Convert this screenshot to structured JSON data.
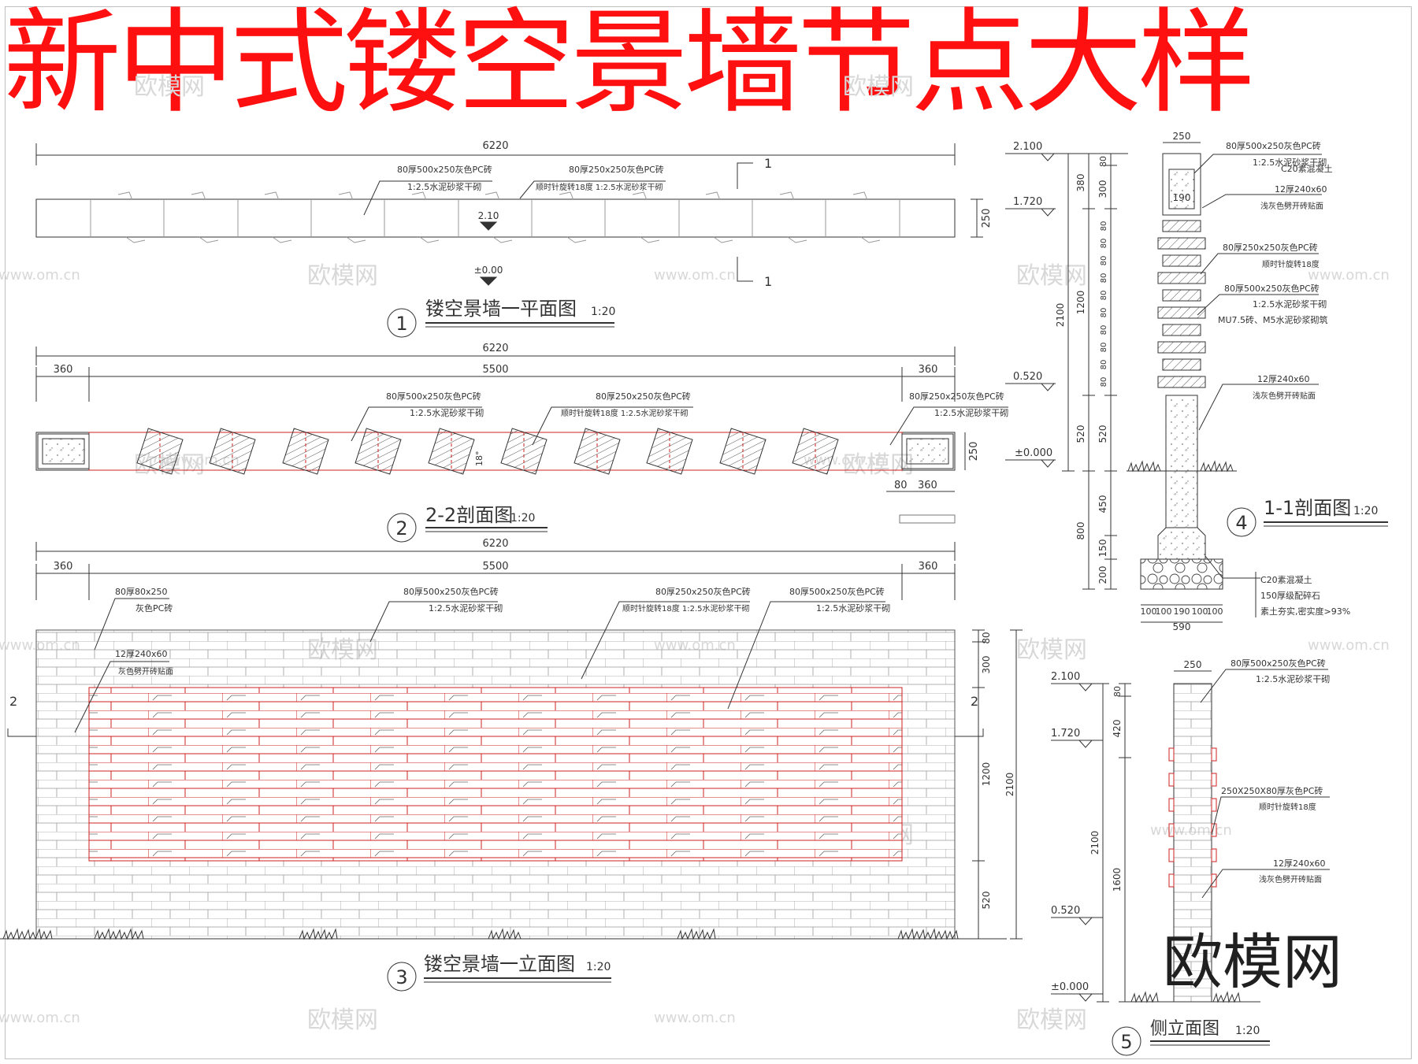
{
  "title": "新中式镂空景墙节点大样",
  "watermark_logo": "欧模网",
  "watermark_repeat": "欧模网",
  "watermark_url": "www.om.cn",
  "views": {
    "plan": {
      "number": "1",
      "title": "镂空景墙一平面图",
      "scale": "1:20",
      "dim_total": "6220",
      "dim_width": "250",
      "note1_line1": "80厚500x250灰色PC砖",
      "note1_line2": "1:2.5水泥砂浆干砌",
      "note2_line1": "80厚250x250灰色PC砖",
      "note2_line2": "顺时针旋转18度  1:2.5水泥砂浆干砌",
      "level_top": "2.10",
      "level_ground": "±0.00",
      "section_mark": "1"
    },
    "section22": {
      "number": "2",
      "title": "2-2剖面图",
      "scale": "1:20",
      "dim_total": "6220",
      "dim_left": "360",
      "dim_mid": "5500",
      "dim_right": "360",
      "dim_width": "250",
      "dim_small_a": "80",
      "dim_small_b": "360",
      "angle": "18°",
      "note1_line1": "80厚500x250灰色PC砖",
      "note1_line2": "1:2.5水泥砂浆干砌",
      "note2_line1": "80厚250x250灰色PC砖",
      "note2_line2": "顺时针旋转18度  1:2.5水泥砂浆干砌",
      "note3_line1": "80厚250x250灰色PC砖",
      "note3_line2": "1:2.5水泥砂浆干砌"
    },
    "elevation": {
      "number": "3",
      "title": "镂空景墙一立面图",
      "scale": "1:20",
      "dim_total": "6220",
      "dim_left": "360",
      "dim_mid": "5500",
      "dim_right": "360",
      "dim_v1": "80",
      "dim_v2": "300",
      "dim_v3": "1200",
      "dim_v4": "520",
      "dim_vtotal": "2100",
      "section_mark": "2",
      "note1_line1": "80厚80x250",
      "note1_line2": "灰色PC砖",
      "note2_line1": "12厚240x60",
      "note2_line2": "灰色劈开砖贴面",
      "note3_line1": "80厚500x250灰色PC砖",
      "note3_line2": "1:2.5水泥砂浆干砌",
      "note4_line1": "80厚250x250灰色PC砖",
      "note4_line2": "顺时针旋转18度 1:2.5水泥砂浆干砌",
      "note5_line1": "80厚500x250灰色PC砖",
      "note5_line2": "1:2.5水泥砂浆干砌"
    },
    "section11": {
      "number": "4",
      "title": "1-1剖面图",
      "scale": "1:20",
      "level_1": "2.100",
      "level_2": "1.720",
      "level_3": "0.520",
      "level_4": "±0.000",
      "dim_80": "80",
      "dim_300": "300",
      "dim_380": "380",
      "dim_1200": "1200",
      "dim_2100": "2100",
      "dim_520a": "520",
      "dim_520b": "520",
      "dim_450": "450",
      "dim_150": "150",
      "dim_800": "800",
      "dim_200": "200",
      "dim_80_repeat": "80",
      "dim_top": "250",
      "dim_inner": "190",
      "dim_bottom_1": "100",
      "dim_bottom_2": "100",
      "dim_bottom_3": "190",
      "dim_bottom_4": "100",
      "dim_bottom_5": "100",
      "dim_bottom_total": "590",
      "note1_line1": "80厚500x250灰色PC砖",
      "note1_line2": "1:2.5水泥砂浆干砌",
      "note1_line3": "C20素混凝土",
      "note2_line1": "12厚240x60",
      "note2_line2": "浅灰色劈开砖贴面",
      "note3_line1": "80厚250x250灰色PC砖",
      "note3_line2": "顺时针旋转18度",
      "note4_line1": "80厚500x250灰色PC砖",
      "note4_line2": "1:2.5水泥砂浆干砌",
      "note4_line3": "MU7.5砖、M5水泥砂浆砌筑",
      "note5_line1": "12厚240x60",
      "note5_line2": "浅灰色劈开砖贴面",
      "found_1": "C20素混凝土",
      "found_2": "150厚级配碎石",
      "found_3": "素土夯实,密实度>93%"
    },
    "side": {
      "number": "5",
      "title": "侧立面图",
      "scale": "1:20",
      "level_1": "2.100",
      "level_2": "1.720",
      "level_3": "0.520",
      "level_4": "±0.000",
      "dim_top": "250",
      "dim_80": "80",
      "dim_420": "420",
      "dim_1600": "1600",
      "dim_2100": "2100",
      "note1_line1": "80厚500x250灰色PC砖",
      "note1_line2": "1:2.5水泥砂浆干砌",
      "note2_line1": "250X250X80厚灰色PC砖",
      "note2_line2": "顺时针旋转18度",
      "note3_line1": "12厚240x60",
      "note3_line2": "浅灰色劈开砖贴面"
    }
  }
}
